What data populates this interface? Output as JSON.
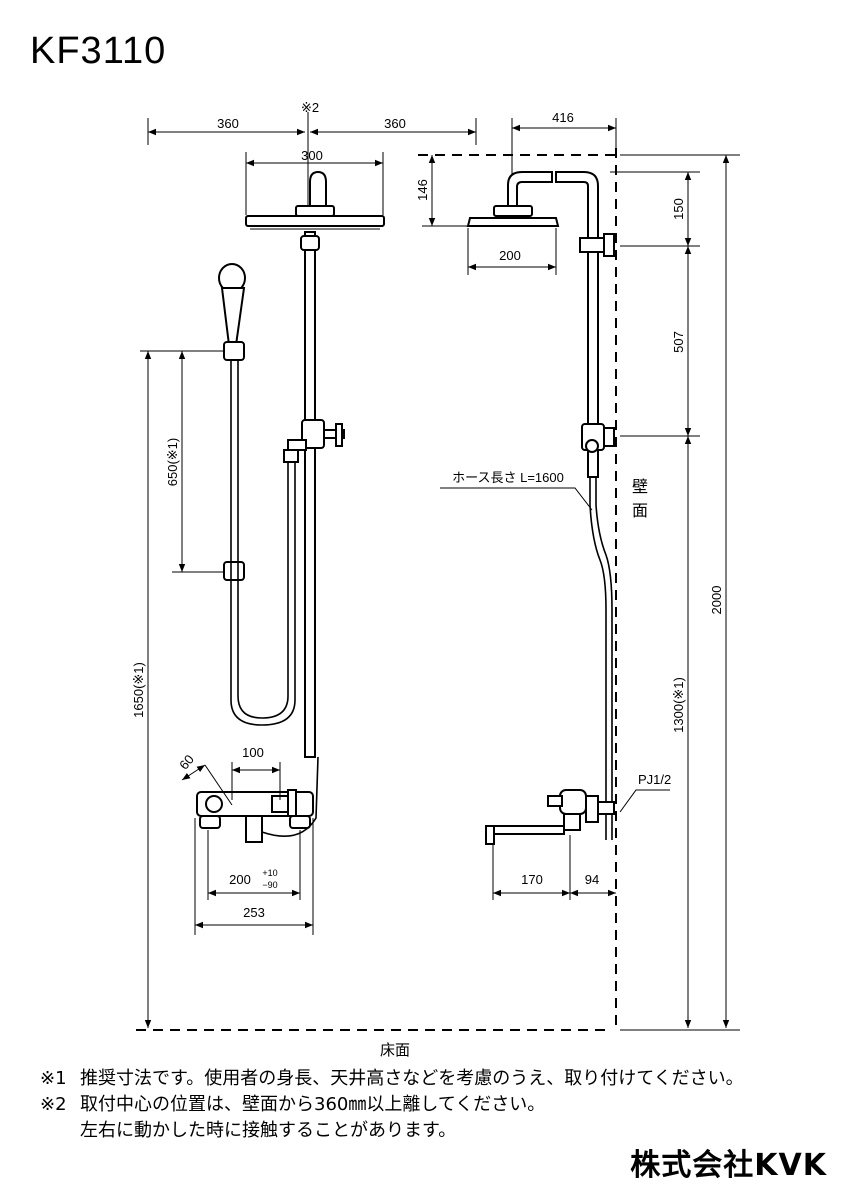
{
  "model": "KF3110",
  "dimensions": {
    "front_top_mark": "※2",
    "front_left_360": "360",
    "front_right_360": "360",
    "head_300": "300",
    "slide_650": "650(※1)",
    "total_1650": "1650(※1)",
    "offset_60": "60",
    "offset_100": "100",
    "width_200": "200",
    "tol_plus": "+10",
    "tol_minus": "−90",
    "width_253": "253",
    "side_416": "416",
    "side_146": "146",
    "side_200": "200",
    "side_150": "150",
    "side_507": "507",
    "side_2000": "2000",
    "side_1300": "1300(※1)",
    "side_170": "170",
    "side_94": "94"
  },
  "labels": {
    "hose": "ホース長さ L=1600",
    "wall": "壁面",
    "floor": "床面",
    "pj": "PJ1/2"
  },
  "notes": [
    {
      "mark": "※1",
      "text": "推奨寸法です。使用者の身長、天井高さなどを考慮のうえ、取り付けてください。"
    },
    {
      "mark": "※2",
      "text": "取付中心の位置は、壁面から360㎜以上離してください。"
    },
    {
      "mark": "",
      "text": "左右に動かした時に接触することがあります。"
    }
  ],
  "company": "株式会社KVK"
}
